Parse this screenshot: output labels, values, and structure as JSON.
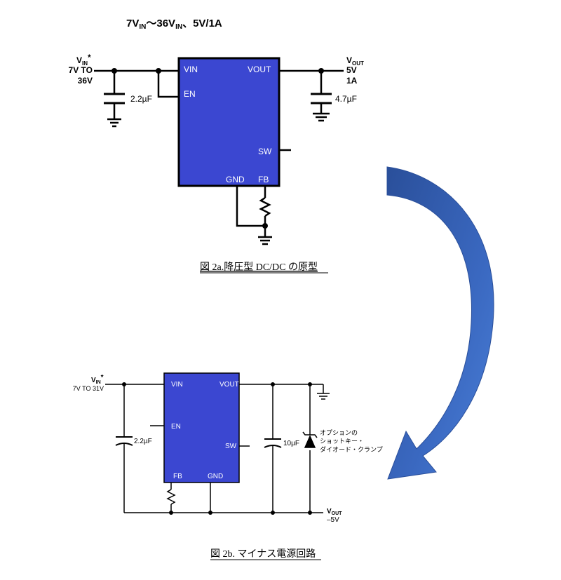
{
  "figure_a": {
    "header": {
      "main": "7V",
      "sub1": "IN",
      "mid": "〜36V",
      "sub2": "IN",
      "tail": "、5V/1A"
    },
    "vin_label": {
      "v": "V",
      "sub": "IN",
      "star": "*",
      "line2": "7V TO",
      "line3": "36V"
    },
    "vout_label": {
      "v": "V",
      "sub": "OUT",
      "line2": "5V",
      "line3": "1A"
    },
    "pins": {
      "vin": "VIN",
      "en": "EN",
      "vout": "VOUT",
      "sw": "SW",
      "gnd": "GND",
      "fb": "FB"
    },
    "cap_in": "2.2µF",
    "cap_out": "4.7µF",
    "caption": "図 2a.降圧型 DC/DC の原型",
    "colors": {
      "ic": "#3b47d1"
    }
  },
  "figure_b": {
    "vin_label": {
      "v": "V",
      "sub": "IN",
      "star": "*",
      "line2": "7V TO 31V"
    },
    "vout_label": {
      "v": "V",
      "sub": "OUT",
      "line2": "–5V"
    },
    "pins": {
      "vin": "VIN",
      "en": "EN",
      "vout": "VOUT",
      "sw": "SW",
      "fb": "FB",
      "gnd": "GND"
    },
    "cap_in": "2.2µF",
    "cap_out": "10µF",
    "diode_note": {
      "line1": "オプションの",
      "line2": "ショットキー・",
      "line3": "ダイオード・クランプ"
    },
    "caption": "図 2b. マイナス電源回路",
    "colors": {
      "ic": "#3b47d1"
    }
  },
  "arrow": {
    "color": "#3a5fb0",
    "direction": "down"
  }
}
